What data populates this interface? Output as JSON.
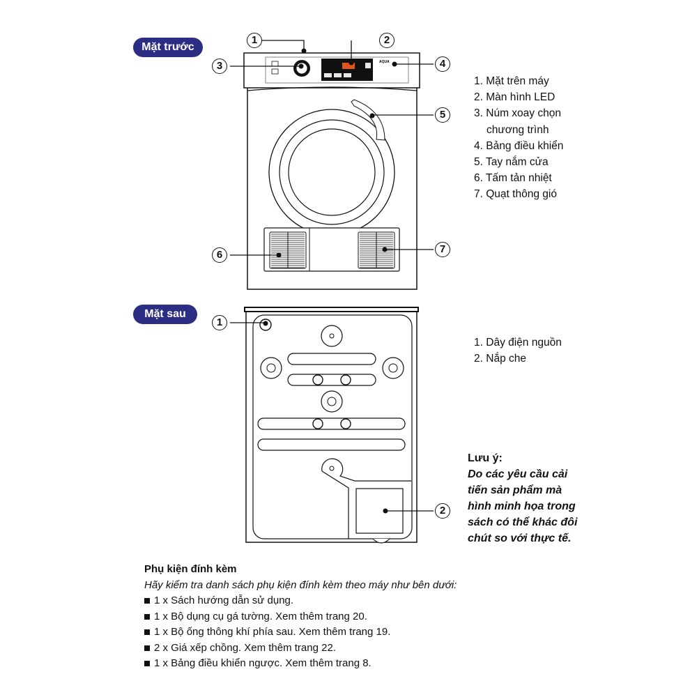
{
  "front": {
    "badge": "Mặt trước",
    "callouts": [
      "1",
      "2",
      "3",
      "4",
      "5",
      "6",
      "7"
    ],
    "brand_logo": "AQUA",
    "legend": [
      {
        "num": "1.",
        "text": "Mặt trên máy"
      },
      {
        "num": "2.",
        "text": "Màn hình LED"
      },
      {
        "num": "3.",
        "text": "Núm xoay chọn",
        "cont": "chương trình"
      },
      {
        "num": "4.",
        "text": "Bảng điều khiển"
      },
      {
        "num": "5.",
        "text": "Tay nắm cửa"
      },
      {
        "num": "6.",
        "text": "Tấm tản nhiệt"
      },
      {
        "num": "7.",
        "text": "Quạt thông gió"
      }
    ]
  },
  "back": {
    "badge": "Mặt sau",
    "callouts": [
      "1",
      "2"
    ],
    "legend": [
      {
        "num": "1.",
        "text": "Dây điện nguồn"
      },
      {
        "num": "2.",
        "text": "Nắp che"
      }
    ]
  },
  "note": {
    "title": "Lưu ý:",
    "lines": [
      "Do các yêu cầu cải",
      "tiến sản phẩm mà",
      "hình minh họa trong",
      "sách có thể khác đôi",
      "chút so với thực tế."
    ]
  },
  "accessories": {
    "title": "Phụ kiện đính kèm",
    "subtitle": "Hãy kiểm tra danh sách phụ kiện đính kèm theo máy như bên dưới:",
    "items": [
      "1 x Sách hướng dẫn sử dụng.",
      "1 x Bộ dụng cụ gá tường. Xem thêm trang 20.",
      "1 x Bộ ống thông khí phía sau. Xem thêm trang 19.",
      "2 x Giá xếp chồng. Xem thêm trang 22.",
      "1 x Bảng điều khiển ngược. Xem thêm trang 8."
    ]
  },
  "colors": {
    "badge": "#2b2e83",
    "led": "#e0541e"
  }
}
